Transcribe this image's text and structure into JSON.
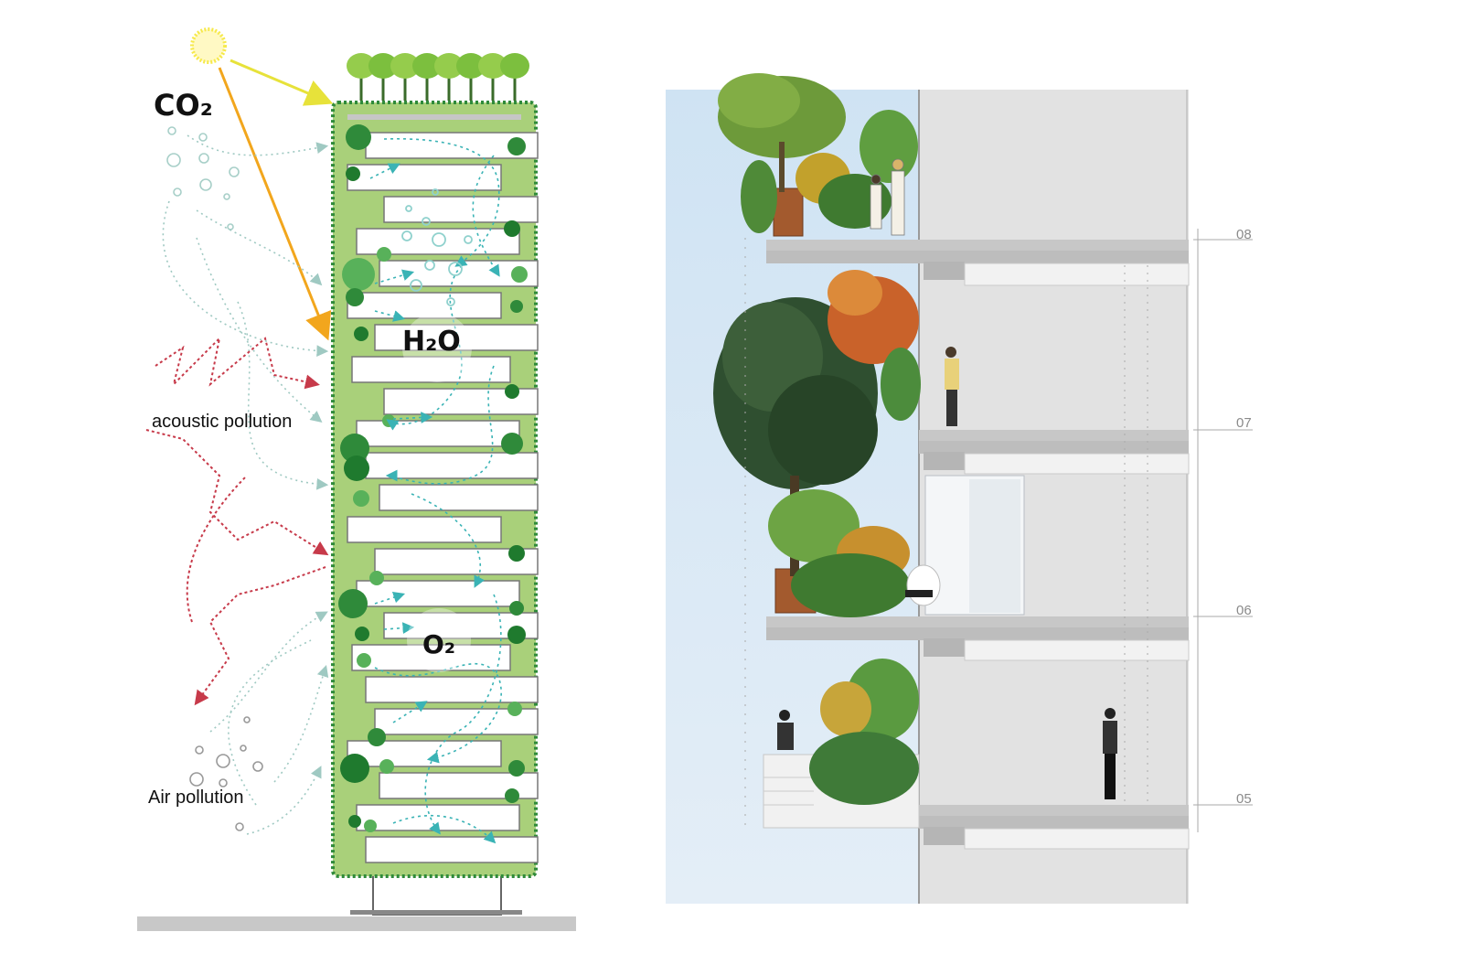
{
  "diagram": {
    "labels": {
      "co2": "CO₂",
      "h2o": "H₂O",
      "o2": "O₂",
      "acoustic": "acoustic pollution",
      "air": "Air pollution"
    },
    "levels": [
      "08",
      "07",
      "06",
      "05"
    ],
    "colors": {
      "facade_green": "#a9d07a",
      "dark_green": "#2f8a3a",
      "sky_blue": "#d6e6f3",
      "sun_yellow": "#f6e94a",
      "sun_ray": "#f2a61d",
      "pollution_red": "#c73a4a",
      "water_teal": "#3ab3b5"
    },
    "icons": [
      "sun-icon",
      "tree-icon",
      "person-icon"
    ]
  }
}
